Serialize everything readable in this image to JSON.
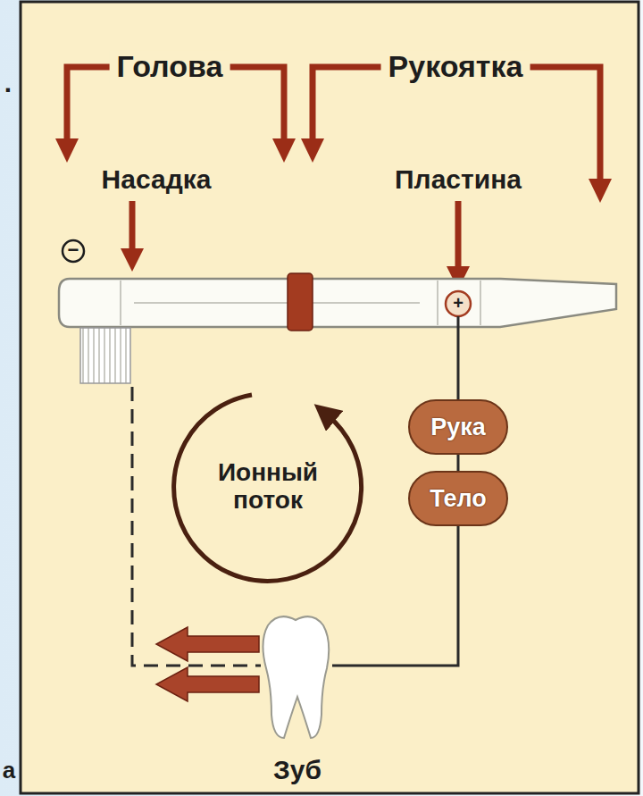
{
  "diagram": {
    "nodes": [
      {
        "text": [
          "Рука"
        ]
      },
      {
        "text": [
          "Тело"
        ]
      }
    ],
    "edges": [
      {
        "from": 0,
        "to": 1,
        "arrow": "none"
      }
    ],
    "labels": [
      "Голова",
      "Рукоятка",
      "Насадка",
      "Пластина",
      "−",
      "+",
      "Ионный поток",
      "Зуб",
      ".",
      "а"
    ]
  }
}
